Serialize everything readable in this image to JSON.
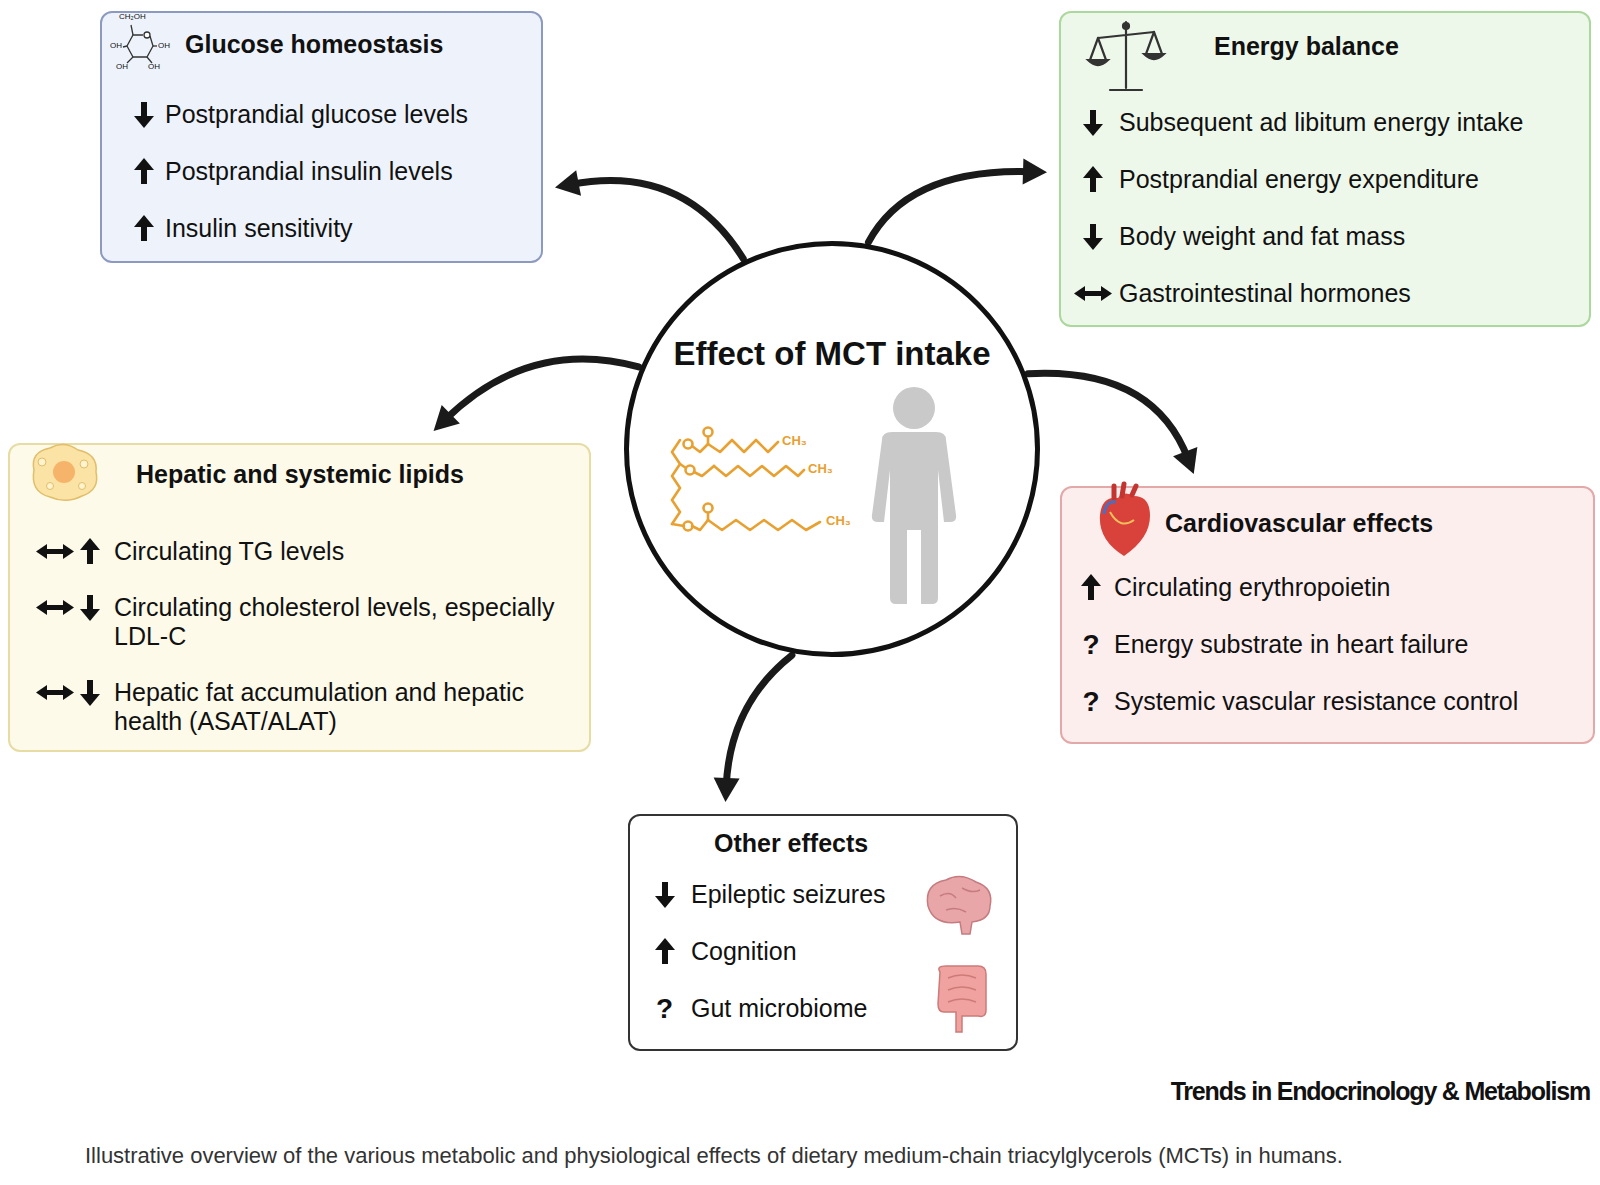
{
  "diagram": {
    "caption": "Illustrative overview of the various metabolic and physiological effects of dietary medium-chain triacylglycerols (MCTs) in humans.",
    "nodes": [
      {
        "text": [
          "Glucose homeostasis",
          "Postprandial glucose levels",
          "Postprandial insulin levels",
          "Insulin sensitivity"
        ]
      },
      {
        "text": [
          "Energy balance",
          "Subsequent ad libitum energy intake",
          "Postprandial energy expenditure",
          "Body weight and fat mass",
          "Gastrointestinal hormones"
        ]
      },
      {
        "text": [
          "Effect of MCT intake"
        ]
      },
      {
        "text": [
          "Hepatic and systemic lipids",
          "Circulating TG levels",
          "Circulating cholesterol levels, especially LDL-C",
          "Hepatic fat accumulation and hepatic health (ASAT/ALAT)"
        ]
      },
      {
        "text": [
          "Cardiovascular effects",
          "Circulating erythropoietin",
          "?",
          "Energy substrate in heart failure",
          "?",
          "Systemic vascular resistance control"
        ]
      },
      {
        "text": [
          "Other effects",
          "Epileptic seizures",
          "Cognition",
          "?",
          "Gut microbiome"
        ]
      }
    ],
    "edges": [
      {
        "from": 2,
        "to": 0,
        "arrow": "to"
      },
      {
        "from": 2,
        "to": 1,
        "arrow": "to"
      },
      {
        "from": 2,
        "to": 3,
        "arrow": "to"
      },
      {
        "from": 2,
        "to": 4,
        "arrow": "to"
      },
      {
        "from": 2,
        "to": 5,
        "arrow": "to"
      }
    ],
    "labels": [
      "CH₂OH",
      "OH",
      "OH",
      "OH",
      "OH",
      "CH₃",
      "CH₃",
      "CH₃",
      "Trends in Endocrinology & Metabolism"
    ]
  }
}
